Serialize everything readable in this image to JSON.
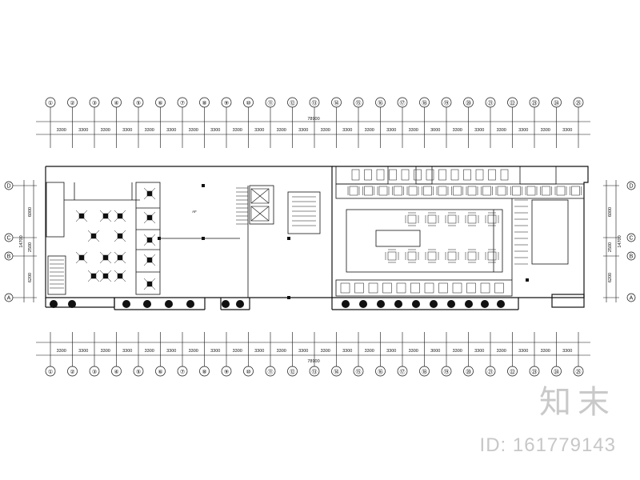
{
  "drawing": {
    "grid_numbers": [
      "①",
      "②",
      "③",
      "④",
      "⑤",
      "⑥",
      "⑦",
      "⑧",
      "⑨",
      "⑩",
      "⑪",
      "⑫",
      "⑬",
      "⑭",
      "⑮",
      "⑯",
      "⑰",
      "⑱",
      "⑲",
      "⑳",
      "㉑",
      "㉒",
      "㉓",
      "㉔",
      "㉕"
    ],
    "row_letters": [
      "D",
      "C",
      "B",
      "A"
    ],
    "bay_dims": [
      "3300",
      "3300",
      "3300",
      "3300",
      "3300",
      "3300",
      "3300",
      "3300",
      "3300",
      "3300",
      "3300",
      "3300",
      "3300",
      "3300",
      "3300",
      "3300",
      "3300",
      "3000",
      "3300",
      "3300",
      "3300",
      "3300",
      "3300",
      "3300"
    ],
    "total_length": "78900",
    "left_dims": [
      "6000",
      "2500",
      "6200"
    ],
    "left_total": "14700",
    "right_dims": [
      "6000",
      "2500",
      "6200"
    ],
    "right_total": "14700",
    "room_label": "AF"
  },
  "watermark": {
    "brand": "知末",
    "id_text": "ID: 161779143"
  }
}
